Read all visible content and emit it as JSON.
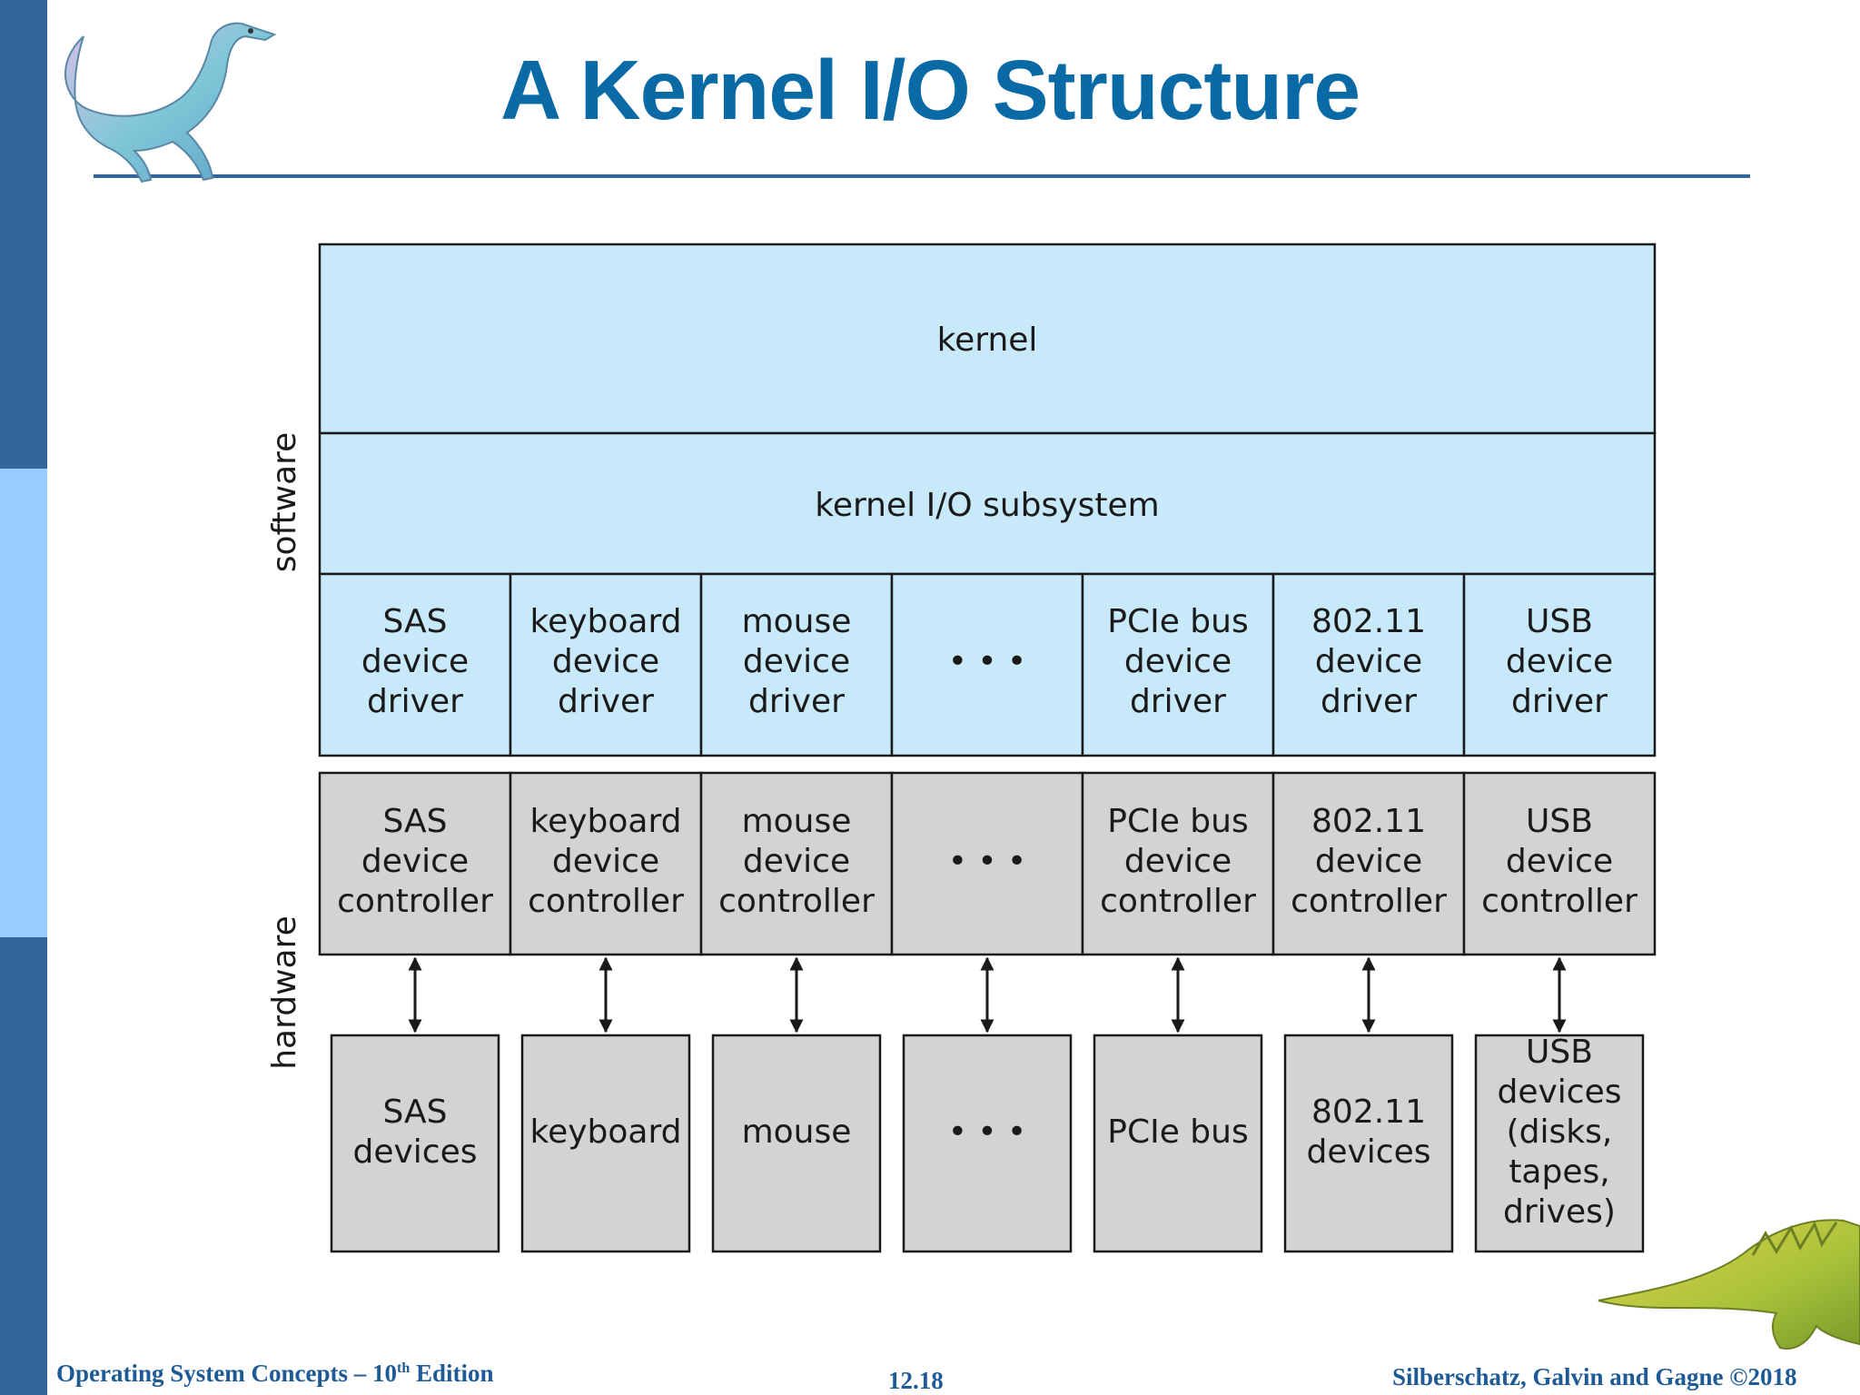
{
  "title": "A Kernel I/O Structure",
  "side_labels": {
    "software": "software",
    "hardware": "hardware"
  },
  "layers": {
    "kernel": "kernel",
    "io_subsystem": "kernel I/O subsystem"
  },
  "columns": [
    {
      "driver": [
        "SAS",
        "device",
        "driver"
      ],
      "controller": [
        "SAS",
        "device",
        "controller"
      ],
      "device": [
        "SAS",
        "devices"
      ]
    },
    {
      "driver": [
        "keyboard",
        "device",
        "driver"
      ],
      "controller": [
        "keyboard",
        "device",
        "controller"
      ],
      "device": [
        "keyboard"
      ]
    },
    {
      "driver": [
        "mouse",
        "device",
        "driver"
      ],
      "controller": [
        "mouse",
        "device",
        "controller"
      ],
      "device": [
        "mouse"
      ]
    },
    {
      "driver": [
        "• • •"
      ],
      "controller": [
        "• • •"
      ],
      "device": [
        "• • •"
      ]
    },
    {
      "driver": [
        "PCIe bus",
        "device",
        "driver"
      ],
      "controller": [
        "PCIe bus",
        "device",
        "controller"
      ],
      "device": [
        "PCIe bus"
      ]
    },
    {
      "driver": [
        "802.11",
        "device",
        "driver"
      ],
      "controller": [
        "802.11",
        "device",
        "controller"
      ],
      "device": [
        "802.11",
        "devices"
      ]
    },
    {
      "driver": [
        "USB",
        "device",
        "driver"
      ],
      "controller": [
        "USB",
        "device",
        "controller"
      ],
      "device": [
        "USB",
        "devices",
        "(disks,",
        "tapes,",
        "drives)"
      ]
    }
  ],
  "colors": {
    "software_fill": "#c8e9f9",
    "hardware_fill": "#d2d3d5",
    "accent": "#0a6aa5",
    "stripe_dark": "#336699",
    "stripe_light": "#99ccff"
  },
  "footer": {
    "left_prefix": "Operating System Concepts – 10",
    "left_sup": "th",
    "left_suffix": " Edition",
    "page": "12.18",
    "right": "Silberschatz, Galvin and Gagne ©2018"
  },
  "decor": {
    "top_left": "dinosaur-icon",
    "bottom_right": "dinosaur-icon"
  }
}
